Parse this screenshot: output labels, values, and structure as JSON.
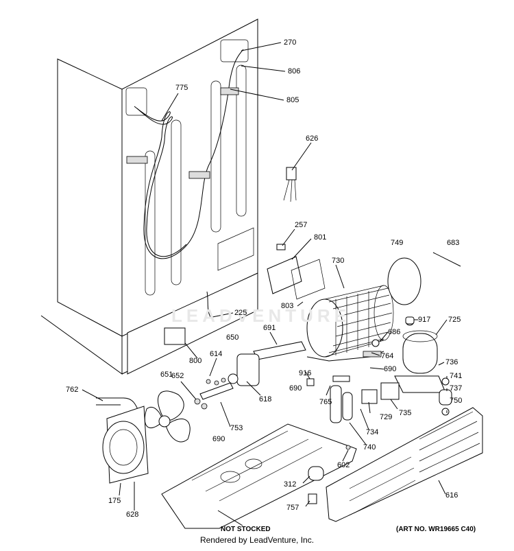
{
  "diagram": {
    "art_number": "(ART NO. WR19665 C40)",
    "not_stocked": "NOT STOCKED",
    "watermark": "LEADVENTURE",
    "footer": "Rendered by LeadVenture, Inc.",
    "callouts": [
      {
        "id": "c270",
        "text": "270"
      },
      {
        "id": "c806",
        "text": "806"
      },
      {
        "id": "c775",
        "text": "775"
      },
      {
        "id": "c805",
        "text": "805"
      },
      {
        "id": "c626",
        "text": "626"
      },
      {
        "id": "c257",
        "text": "257"
      },
      {
        "id": "c801",
        "text": "801"
      },
      {
        "id": "c749",
        "text": "749"
      },
      {
        "id": "c683",
        "text": "683"
      },
      {
        "id": "c730",
        "text": "730"
      },
      {
        "id": "c803",
        "text": "803"
      },
      {
        "id": "c225",
        "text": "225"
      },
      {
        "id": "c917",
        "text": "917"
      },
      {
        "id": "c725",
        "text": "725"
      },
      {
        "id": "c691",
        "text": "691"
      },
      {
        "id": "c686",
        "text": "686"
      },
      {
        "id": "c650",
        "text": "650"
      },
      {
        "id": "c764",
        "text": "764"
      },
      {
        "id": "c736",
        "text": "736"
      },
      {
        "id": "c614",
        "text": "614"
      },
      {
        "id": "c800",
        "text": "800"
      },
      {
        "id": "c916",
        "text": "916"
      },
      {
        "id": "c690a",
        "text": "690"
      },
      {
        "id": "c690b",
        "text": "690"
      },
      {
        "id": "c690c",
        "text": "690"
      },
      {
        "id": "c741",
        "text": "741"
      },
      {
        "id": "c651",
        "text": "651"
      },
      {
        "id": "c652",
        "text": "652"
      },
      {
        "id": "c737",
        "text": "737"
      },
      {
        "id": "c762",
        "text": "762"
      },
      {
        "id": "c618",
        "text": "618"
      },
      {
        "id": "c765",
        "text": "765"
      },
      {
        "id": "c750",
        "text": "750"
      },
      {
        "id": "c729",
        "text": "729"
      },
      {
        "id": "c735",
        "text": "735"
      },
      {
        "id": "c753",
        "text": "753"
      },
      {
        "id": "c734",
        "text": "734"
      },
      {
        "id": "c740",
        "text": "740"
      },
      {
        "id": "c602",
        "text": "602"
      },
      {
        "id": "c312",
        "text": "312"
      },
      {
        "id": "c616",
        "text": "616"
      },
      {
        "id": "c175",
        "text": "175"
      },
      {
        "id": "c628",
        "text": "628"
      },
      {
        "id": "c757",
        "text": "757"
      }
    ]
  }
}
